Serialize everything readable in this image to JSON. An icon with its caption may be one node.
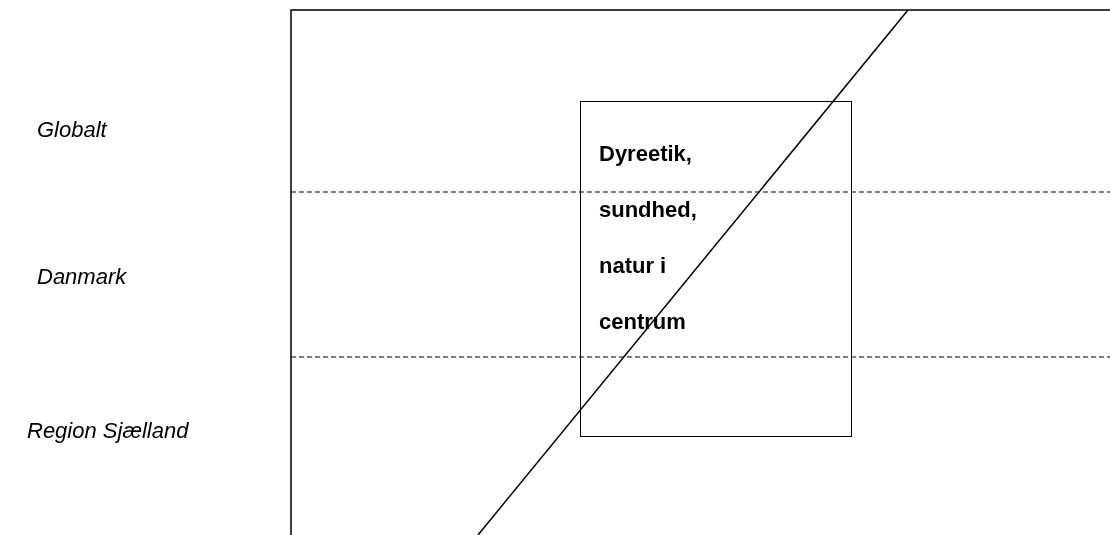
{
  "diagram": {
    "nodes": [
      {
        "text": [
          "Dyreetik, sundhed, natur i centrum"
        ]
      }
    ],
    "edges": [],
    "labels": [
      "Globalt",
      "Danmark",
      "Region Sjælland"
    ]
  }
}
